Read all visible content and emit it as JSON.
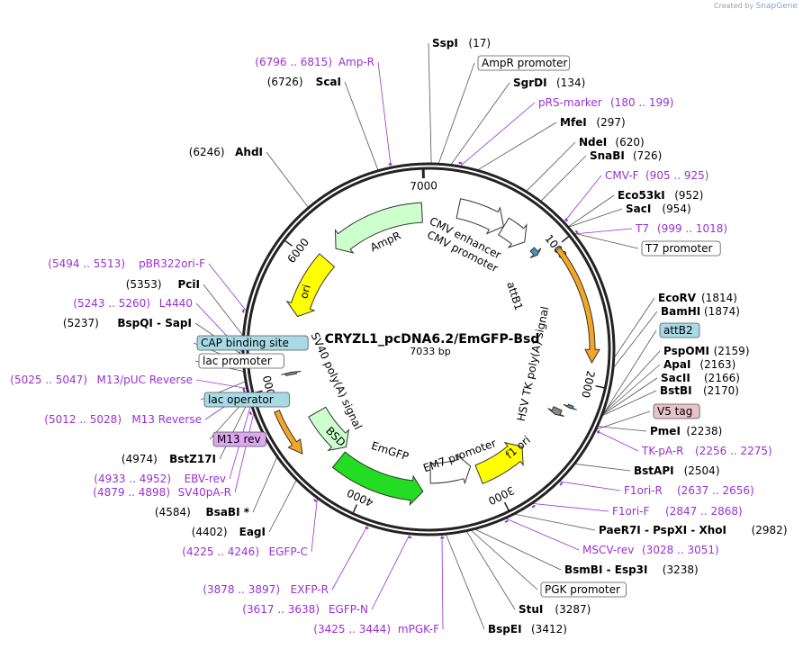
{
  "credit": {
    "prefix": "Created by",
    "brand": "SnapGene"
  },
  "plasmid": {
    "name": "CRYZL1_pcDNA6.2/EmGFP-Bsd",
    "size_label": "7033 bp",
    "length": 7033
  },
  "ticks": [
    {
      "pos": 1000,
      "label": "1000"
    },
    {
      "pos": 2000,
      "label": "2000"
    },
    {
      "pos": 3000,
      "label": "3000"
    },
    {
      "pos": 4000,
      "label": "4000"
    },
    {
      "pos": 5000,
      "label": "5000"
    },
    {
      "pos": 6000,
      "label": "6000"
    },
    {
      "pos": 7000,
      "label": "7000"
    }
  ],
  "features": [
    {
      "name": "CMV enhancer",
      "start": 235,
      "end": 614,
      "color": "#ffffff",
      "direction": "forward"
    },
    {
      "name": "CMV promoter",
      "start": 615,
      "end": 818,
      "color": "#ffffff",
      "direction": "forward"
    },
    {
      "name": "attB1",
      "start": 900,
      "end": 960,
      "color": "#4a90b8",
      "direction": "forward"
    },
    {
      "name": "HSV TK poly(A) signal",
      "start": 1020,
      "end": 1850,
      "color": "#f5a623",
      "direction": "forward"
    },
    {
      "name": "attB2",
      "start": 2178,
      "end": 2200,
      "color": "#4a90b8",
      "direction": "forward"
    },
    {
      "name": "V5 tag",
      "start": 2240,
      "end": 2290,
      "color": "#888888",
      "direction": "forward"
    },
    {
      "name": "f1 ori",
      "start": 2659,
      "end": 3087,
      "color": "#ffff00",
      "direction": "reverse"
    },
    {
      "name": "EM7 promoter",
      "start": 3130,
      "end": 3500,
      "color": "#ffffff",
      "direction": "reverse"
    },
    {
      "name": "EmGFP",
      "start": 3560,
      "end": 4280,
      "color": "#22dd22",
      "direction": "reverse"
    },
    {
      "name": "BSD",
      "start": 4300,
      "end": 4700,
      "color": "#ccffcc",
      "direction": "reverse"
    },
    {
      "name": "SV40 poly(A) signal",
      "start": 4500,
      "end": 4840,
      "color": "#f5a623",
      "direction": "reverse"
    },
    {
      "name": "lac operator",
      "start": 5070,
      "end": 5090,
      "color": "#888888",
      "direction": "forward"
    },
    {
      "name": "ori",
      "start": 5550,
      "end": 6080,
      "color": "#ffff00",
      "direction": "reverse"
    },
    {
      "name": "AmpR",
      "start": 6200,
      "end": 6980,
      "color": "#ccffcc",
      "direction": "reverse"
    }
  ],
  "labels": [
    {
      "kind": "enzyme",
      "name": "SspI",
      "pos_text": "(17)",
      "site": 17
    },
    {
      "kind": "feature",
      "name": "AmpR promoter",
      "site": 60
    },
    {
      "kind": "enzyme",
      "name": "SgrDI",
      "pos_text": "(134)",
      "site": 134
    },
    {
      "kind": "primer",
      "name": "pRS-marker",
      "pos_text": "(180 .. 199)",
      "site": 190
    },
    {
      "kind": "enzyme",
      "name": "MfeI",
      "pos_text": "(297)",
      "site": 297
    },
    {
      "kind": "enzyme",
      "name": "NdeI",
      "pos_text": "(620)",
      "site": 620
    },
    {
      "kind": "enzyme",
      "name": "SnaBI",
      "pos_text": "(726)",
      "site": 726
    },
    {
      "kind": "primer",
      "name": "CMV-F",
      "pos_text": "(905 .. 925)",
      "site": 915
    },
    {
      "kind": "enzyme",
      "name": "Eco53kI",
      "pos_text": "(952)",
      "site": 952
    },
    {
      "kind": "enzyme",
      "name": "SacI",
      "pos_text": "(954)",
      "site": 954
    },
    {
      "kind": "primer",
      "name": "T7",
      "pos_text": "(999 .. 1018)",
      "site": 1008
    },
    {
      "kind": "feature",
      "name": "T7 promoter",
      "site": 1000
    },
    {
      "kind": "enzyme",
      "name": "EcoRV",
      "pos_text": "(1814)",
      "site": 1814
    },
    {
      "kind": "enzyme",
      "name": "BamHI",
      "pos_text": "(1874)",
      "site": 1874
    },
    {
      "kind": "feature_blue",
      "name": "attB2",
      "site": 2189
    },
    {
      "kind": "enzyme",
      "name": "PspOMI",
      "pos_text": "(2159)",
      "site": 2159
    },
    {
      "kind": "enzyme",
      "name": "ApaI",
      "pos_text": "(2163)",
      "site": 2163
    },
    {
      "kind": "enzyme",
      "name": "SacII",
      "pos_text": "(2166)",
      "site": 2166
    },
    {
      "kind": "enzyme",
      "name": "BstBI",
      "pos_text": "(2170)",
      "site": 2170
    },
    {
      "kind": "feature_pink",
      "name": "V5 tag",
      "site": 2260
    },
    {
      "kind": "enzyme",
      "name": "PmeI",
      "pos_text": "(2238)",
      "site": 2238
    },
    {
      "kind": "primer",
      "name": "TK-pA-R",
      "pos_text": "(2256 .. 2275)",
      "site": 2265
    },
    {
      "kind": "enzyme",
      "name": "BstAPI",
      "pos_text": "(2504)",
      "site": 2504
    },
    {
      "kind": "primer",
      "name": "F1ori-R",
      "pos_text": "(2637 .. 2656)",
      "site": 2646
    },
    {
      "kind": "primer",
      "name": "F1ori-F",
      "pos_text": "(2847 .. 2868)",
      "site": 2857
    },
    {
      "kind": "enzyme",
      "name": "PaeR7I - PspXI - XhoI",
      "pos_text": "(2982)",
      "site": 2982
    },
    {
      "kind": "primer",
      "name": "MSCV-rev",
      "pos_text": "(3028 .. 3051)",
      "site": 3040
    },
    {
      "kind": "enzyme",
      "name": "BsmBI - Esp3I",
      "pos_text": "(3238)",
      "site": 3238
    },
    {
      "kind": "feature",
      "name": "PGK promoter",
      "site": 3260
    },
    {
      "kind": "enzyme",
      "name": "StuI",
      "pos_text": "(3287)",
      "site": 3287
    },
    {
      "kind": "enzyme",
      "name": "BspEI",
      "pos_text": "(3412)",
      "site": 3412
    },
    {
      "kind": "primer",
      "name": "mPGK-F",
      "pos_text": "(3425 .. 3444)",
      "site": 3435
    },
    {
      "kind": "primer",
      "name": "EGFP-N",
      "pos_text": "(3617 .. 3638)",
      "site": 3628
    },
    {
      "kind": "primer",
      "name": "EXFP-R",
      "pos_text": "(3878 .. 3897)",
      "site": 3888
    },
    {
      "kind": "primer",
      "name": "EGFP-C",
      "pos_text": "(4225 .. 4246)",
      "site": 4236
    },
    {
      "kind": "enzyme",
      "name": "EagI",
      "pos_text": "(4402)",
      "site": 4402
    },
    {
      "kind": "enzyme",
      "name": "BsaBI *",
      "pos_text": "(4584)",
      "site": 4584
    },
    {
      "kind": "primer",
      "name": "SV40pA-R",
      "pos_text": "(4879 .. 4898)",
      "site": 4888
    },
    {
      "kind": "primer",
      "name": "EBV-rev",
      "pos_text": "(4933 .. 4952)",
      "site": 4942
    },
    {
      "kind": "enzyme",
      "name": "BstZ17I",
      "pos_text": "(4974)",
      "site": 4974
    },
    {
      "kind": "feature_purple",
      "name": "M13 rev",
      "site": 4990
    },
    {
      "kind": "primer",
      "name": "M13 Reverse",
      "pos_text": "(5012 .. 5028)",
      "site": 5020
    },
    {
      "kind": "feature_blue",
      "name": "lac operator",
      "site": 5080
    },
    {
      "kind": "primer",
      "name": "M13/pUC Reverse",
      "pos_text": "(5025 .. 5047)",
      "site": 5036
    },
    {
      "kind": "feature",
      "name": "lac promoter",
      "site": 5140
    },
    {
      "kind": "feature_blue",
      "name": "CAP binding site",
      "site": 5190
    },
    {
      "kind": "enzyme",
      "name": "BspQI - SapI",
      "pos_text": "(5237)",
      "site": 5237
    },
    {
      "kind": "primer",
      "name": "L4440",
      "pos_text": "(5243 .. 5260)",
      "site": 5251
    },
    {
      "kind": "enzyme",
      "name": "PciI",
      "pos_text": "(5353)",
      "site": 5353
    },
    {
      "kind": "primer",
      "name": "pBR322ori-F",
      "pos_text": "(5494 .. 5513)",
      "site": 5503
    },
    {
      "kind": "enzyme",
      "name": "AhdI",
      "pos_text": "(6246)",
      "site": 6246
    },
    {
      "kind": "enzyme",
      "name": "ScaI",
      "pos_text": "(6726)",
      "site": 6726
    },
    {
      "kind": "primer",
      "name": "Amp-R",
      "pos_text": "(6796 .. 6815)",
      "site": 6805
    }
  ]
}
